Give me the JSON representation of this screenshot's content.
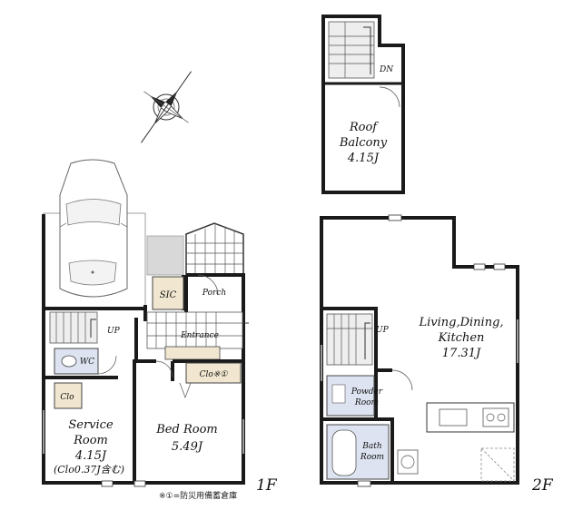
{
  "compass": {
    "icon": "compass-rose-icon"
  },
  "colors": {
    "wall": "#1a1a1a",
    "closet_fill": "#f1e6cf",
    "wet_fill": "#dde3f1",
    "stair_fill": "#eeeeee",
    "parking_fill": "#ffffff"
  },
  "floor1": {
    "label": "1F",
    "rooms": {
      "sic": "SIC",
      "porch": "Porch",
      "entrance": "Entrance",
      "wc": "WC",
      "clo_small": "Clo",
      "clo_note": "Clo※①",
      "service_room": {
        "name1": "Service",
        "name2": "Room",
        "area": "4.15J",
        "note": "(Clo0.37J含む)"
      },
      "bed_room": {
        "name": "Bed Room",
        "area": "5.49J"
      }
    },
    "stair_label": "UP",
    "footnote": "※①=防災用備蓄倉庫"
  },
  "floor2": {
    "label": "2F",
    "rooms": {
      "ldk": {
        "name1": "Living,Dining,",
        "name2": "Kitchen",
        "area": "17.31J"
      },
      "powder": {
        "name1": "Powder",
        "name2": "Room"
      },
      "bath": {
        "name1": "Bath",
        "name2": "Room"
      }
    },
    "stair_label": "UP"
  },
  "roof": {
    "balcony": {
      "name1": "Roof",
      "name2": "Balcony",
      "area": "4.15J"
    },
    "stair_label": "DN"
  }
}
